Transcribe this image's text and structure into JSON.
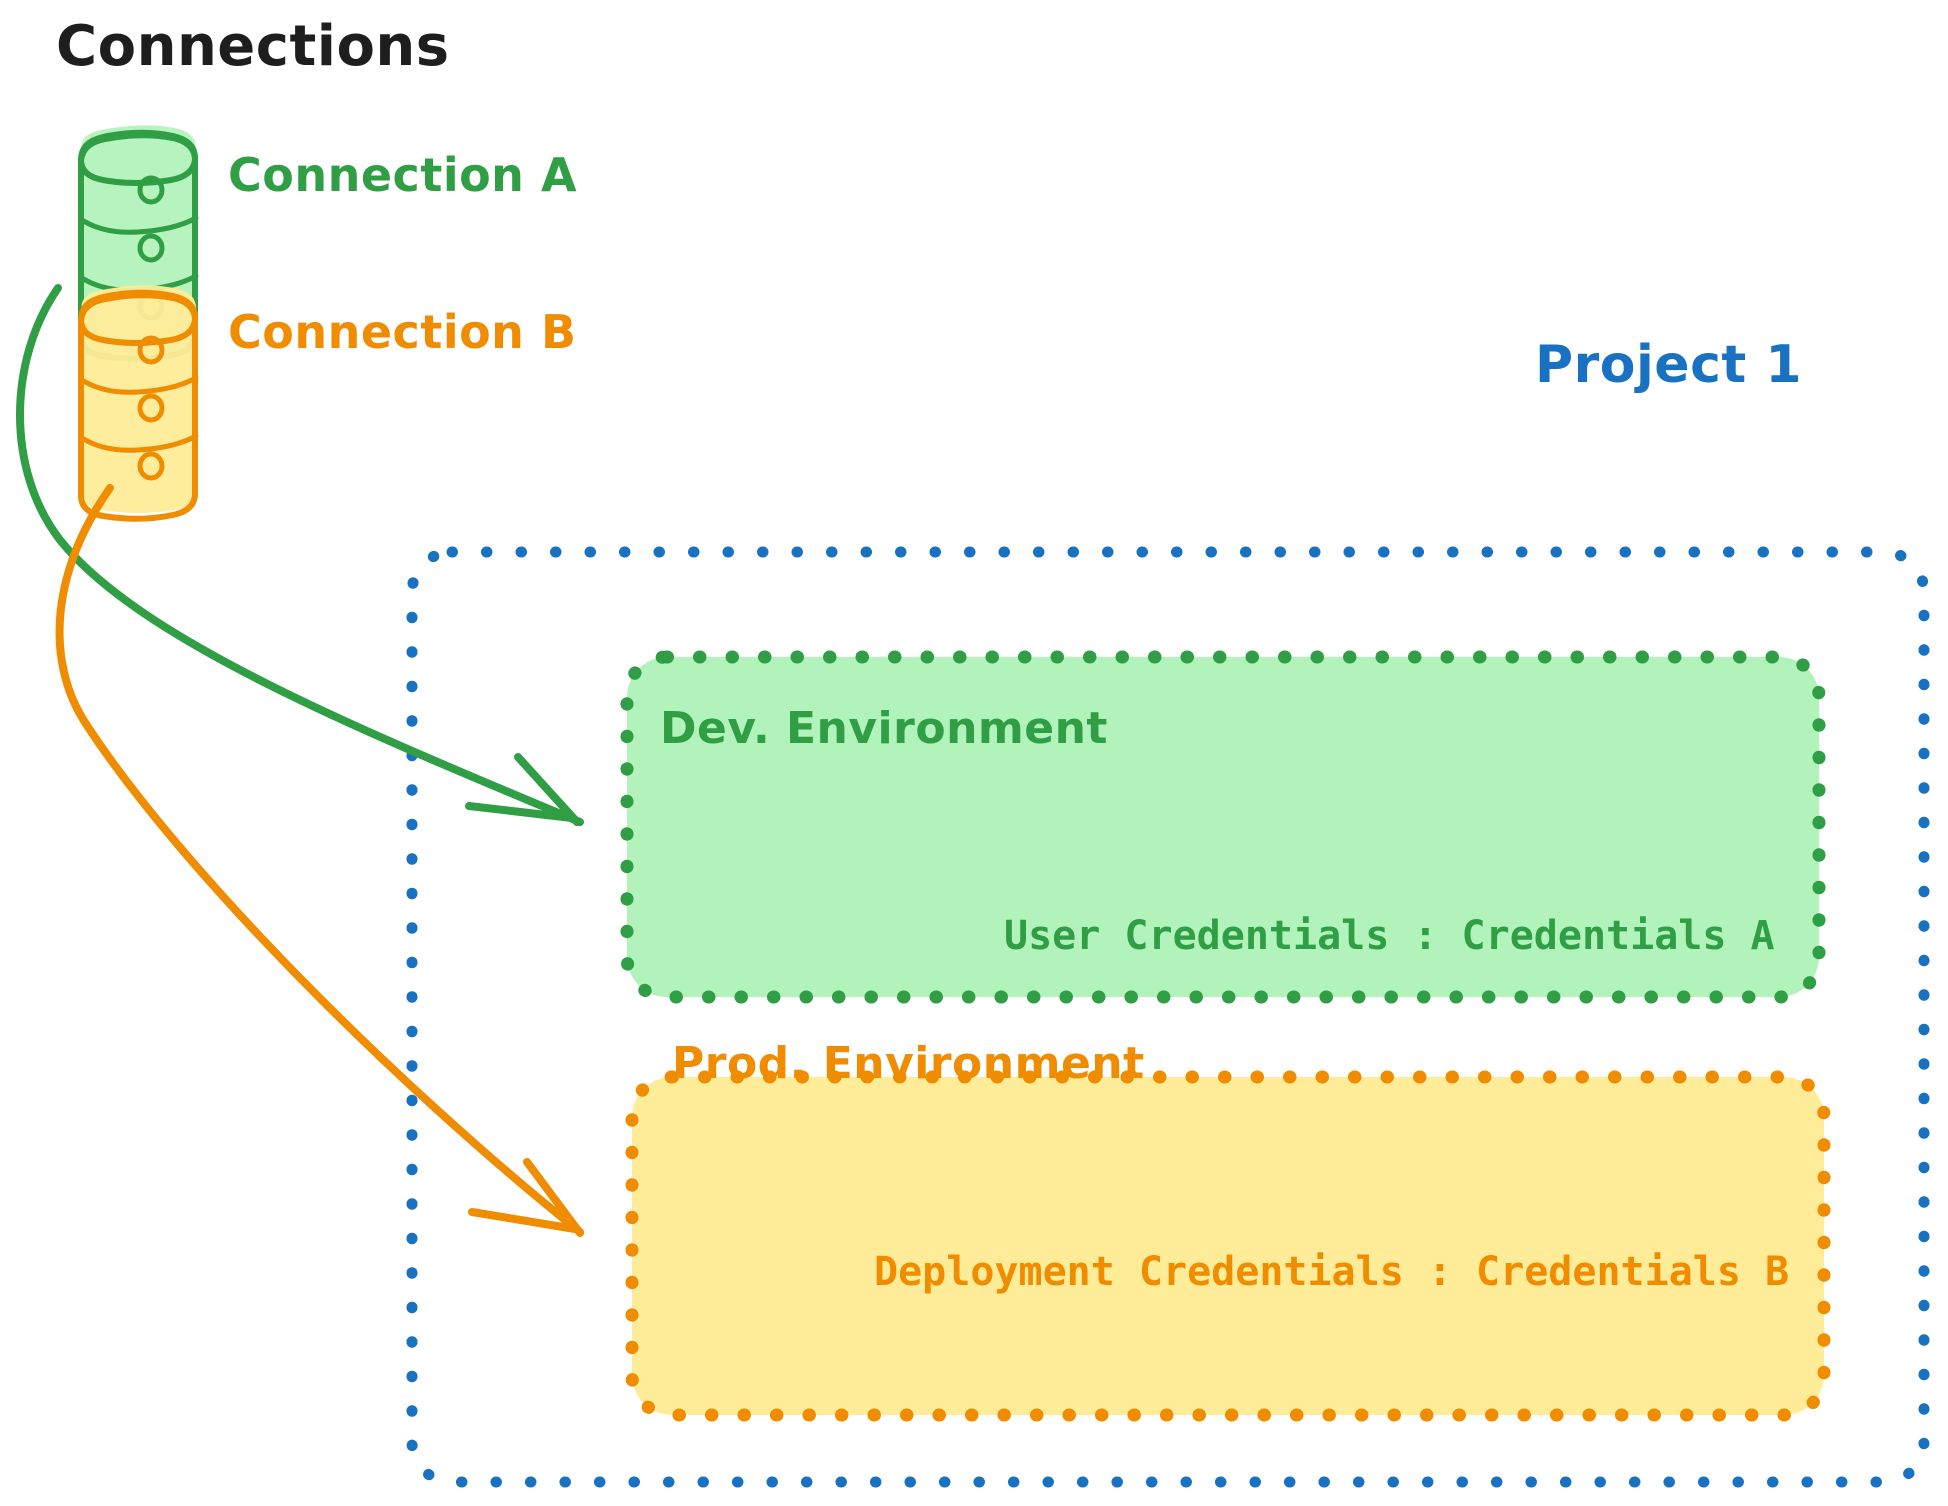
{
  "diagram": {
    "title": "Connections",
    "connections": [
      {
        "label": "Connection A",
        "color": "#2f9e44",
        "icon": "database-icon"
      },
      {
        "label": "Connection B",
        "color": "#f08c00",
        "icon": "database-icon"
      }
    ],
    "project": {
      "title": "Project 1",
      "color": "#1971c2",
      "environments": [
        {
          "title": "Dev. Environment",
          "credential_label": "User Credentials : Credentials A",
          "fill": "#b2f2bb",
          "stroke": "#2f9e44"
        },
        {
          "title": "Prod. Environment",
          "credential_label": "Deployment Credentials : Credentials B",
          "fill": "#ffec99",
          "stroke": "#f08c00"
        }
      ]
    },
    "arrows": [
      {
        "name": "connection-a-to-dev-env",
        "color": "#2f9e44"
      },
      {
        "name": "connection-b-to-prod-env",
        "color": "#f08c00"
      }
    ],
    "palette": {
      "background": "#ffffff",
      "ink": "#1e1e1e",
      "green_stroke": "#2f9e44",
      "green_fill": "#b2f2bb",
      "orange_stroke": "#f08c00",
      "orange_fill": "#ffec99",
      "blue_stroke": "#1971c2"
    }
  }
}
